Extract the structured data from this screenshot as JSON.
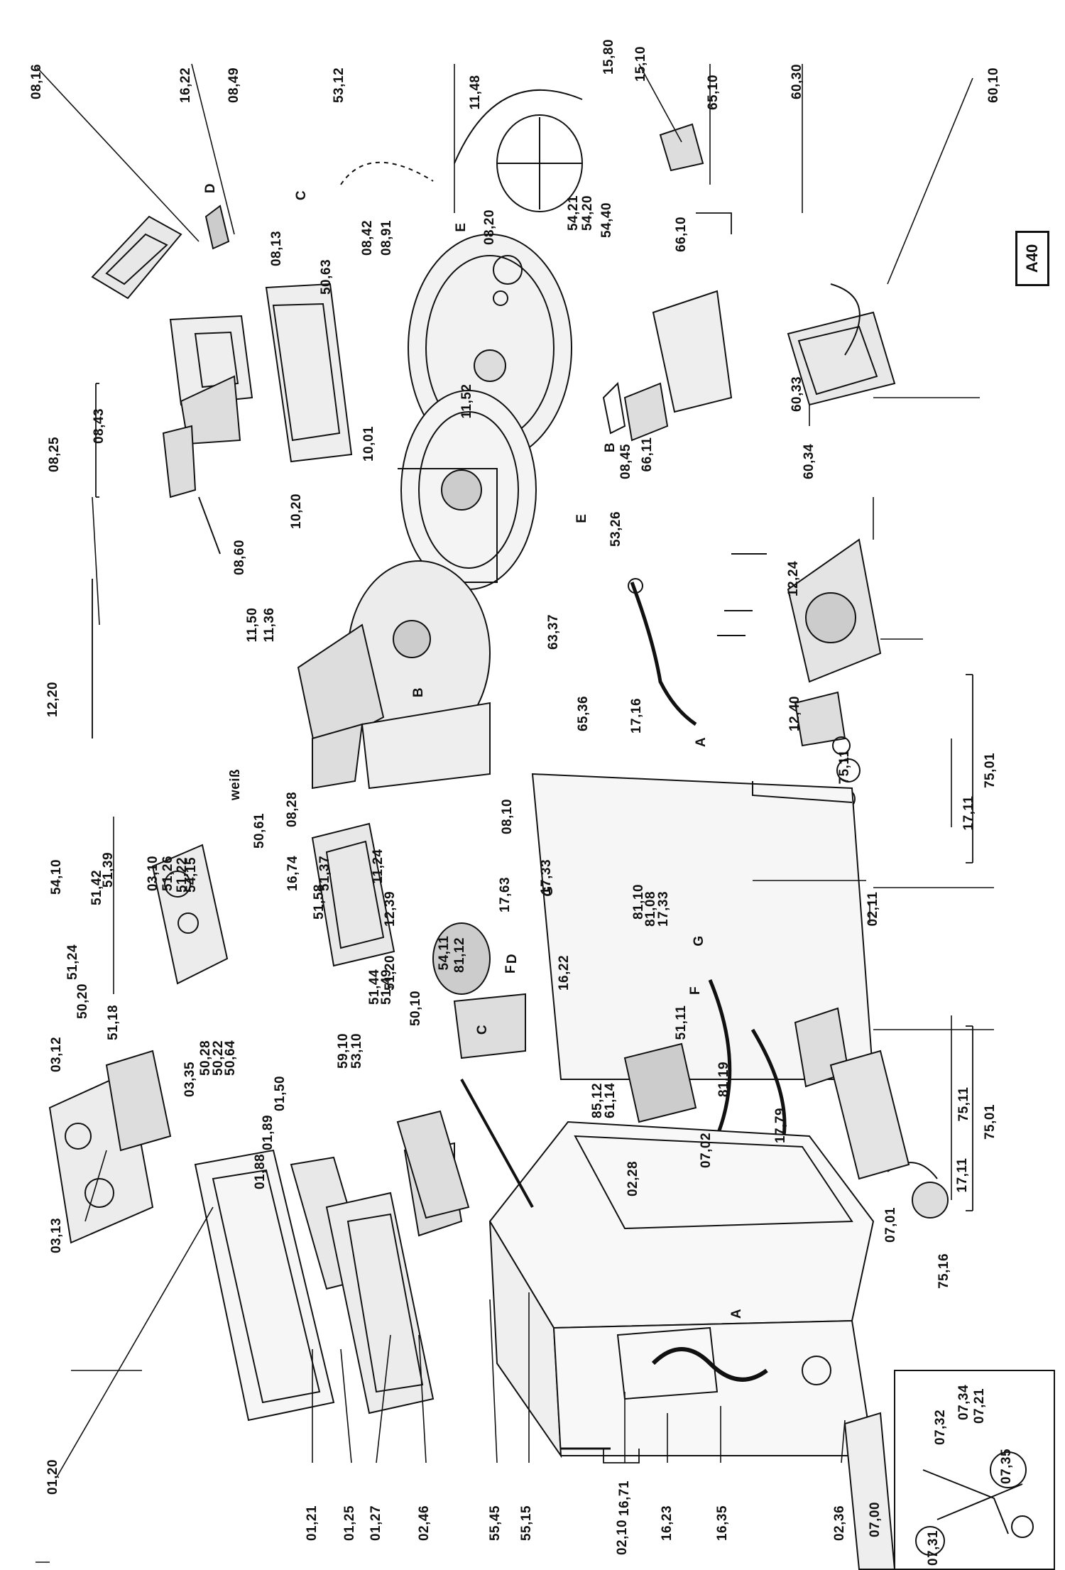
{
  "diagram_id": "A40",
  "labels": [
    {
      "id": "l-0816",
      "text": "08,16"
    },
    {
      "id": "l-1622a",
      "text": "16,22"
    },
    {
      "id": "l-0849",
      "text": "08,49"
    },
    {
      "id": "l-5312",
      "text": "53,12"
    },
    {
      "id": "l-1148",
      "text": "11,48"
    },
    {
      "id": "l-1580",
      "text": "15,80"
    },
    {
      "id": "l-1510",
      "text": "15,10"
    },
    {
      "id": "l-6510",
      "text": "65,10"
    },
    {
      "id": "l-6030",
      "text": "60,30"
    },
    {
      "id": "l-6010",
      "text": "60,10"
    },
    {
      "id": "l-D1",
      "text": "D"
    },
    {
      "id": "l-C1",
      "text": "C"
    },
    {
      "id": "l-E1",
      "text": "E"
    },
    {
      "id": "l-0813",
      "text": "08,13"
    },
    {
      "id": "l-5063",
      "text": "50,63"
    },
    {
      "id": "l-0842",
      "text": "08,42"
    },
    {
      "id": "l-0891",
      "text": "08,91"
    },
    {
      "id": "l-0820",
      "text": "08,20"
    },
    {
      "id": "l-5421",
      "text": "54,21"
    },
    {
      "id": "l-5420",
      "text": "54,20"
    },
    {
      "id": "l-5440",
      "text": "54,40"
    },
    {
      "id": "l-6610",
      "text": "66,10"
    },
    {
      "id": "l-0825",
      "text": "08,25"
    },
    {
      "id": "l-0843",
      "text": "08,43"
    },
    {
      "id": "l-1152",
      "text": "11,52"
    },
    {
      "id": "l-1001",
      "text": "10,01"
    },
    {
      "id": "l-B1",
      "text": "B"
    },
    {
      "id": "l-0845",
      "text": "08,45"
    },
    {
      "id": "l-6611",
      "text": "66,11"
    },
    {
      "id": "l-6033",
      "text": "60,33"
    },
    {
      "id": "l-6034",
      "text": "60,34"
    },
    {
      "id": "l-0860",
      "text": "08,60"
    },
    {
      "id": "l-1020",
      "text": "10,20"
    },
    {
      "id": "l-E2",
      "text": "E"
    },
    {
      "id": "l-5326",
      "text": "53,26"
    },
    {
      "id": "l-1224",
      "text": "12,24"
    },
    {
      "id": "l-1220",
      "text": "12,20"
    },
    {
      "id": "l-1150",
      "text": "11,50"
    },
    {
      "id": "l-1136",
      "text": "11,36"
    },
    {
      "id": "l-B2",
      "text": "B"
    },
    {
      "id": "l-6337",
      "text": "63,37"
    },
    {
      "id": "l-6536",
      "text": "65,36"
    },
    {
      "id": "l-1716",
      "text": "17,16"
    },
    {
      "id": "l-A1",
      "text": "A"
    },
    {
      "id": "l-1240",
      "text": "12,40"
    },
    {
      "id": "l-7511a",
      "text": "75,11"
    },
    {
      "id": "l-7501a",
      "text": "75,01"
    },
    {
      "id": "l-1711a",
      "text": "17,11"
    },
    {
      "id": "l-weiss",
      "text": "weiß"
    },
    {
      "id": "l-5061",
      "text": "50,61"
    },
    {
      "id": "l-0828",
      "text": "08,28"
    },
    {
      "id": "l-0810",
      "text": "08,10"
    },
    {
      "id": "l-1124",
      "text": "11,24"
    },
    {
      "id": "l-5410",
      "text": "54,10"
    },
    {
      "id": "l-5142",
      "text": "51,42"
    },
    {
      "id": "l-5139",
      "text": "51,39"
    },
    {
      "id": "l-0310",
      "text": "03,10"
    },
    {
      "id": "l-5126",
      "text": "51,26"
    },
    {
      "id": "l-5122",
      "text": "51,22"
    },
    {
      "id": "l-5415",
      "text": "54,15"
    },
    {
      "id": "l-1674",
      "text": "16,74"
    },
    {
      "id": "l-5137",
      "text": "51,37"
    },
    {
      "id": "l-5158",
      "text": "51,58"
    },
    {
      "id": "l-1239",
      "text": "12,39"
    },
    {
      "id": "l-5120",
      "text": "51,20"
    },
    {
      "id": "l-1733a",
      "text": "17,33"
    },
    {
      "id": "l-1763",
      "text": "17,63"
    },
    {
      "id": "l-G1",
      "text": "G"
    },
    {
      "id": "l-D2",
      "text": "D"
    },
    {
      "id": "l-0211",
      "text": "02,11"
    },
    {
      "id": "l-5124",
      "text": "51,24"
    },
    {
      "id": "l-5020",
      "text": "50,20"
    },
    {
      "id": "l-5118",
      "text": "51,18"
    },
    {
      "id": "l-5411",
      "text": "54,11"
    },
    {
      "id": "l-8112",
      "text": "81,12"
    },
    {
      "id": "l-8110",
      "text": "81,10"
    },
    {
      "id": "l-8108",
      "text": "81,08"
    },
    {
      "id": "l-1733b",
      "text": "17,33"
    },
    {
      "id": "l-G2",
      "text": "G"
    },
    {
      "id": "l-F1",
      "text": "F"
    },
    {
      "id": "l-1622b",
      "text": "16,22"
    },
    {
      "id": "l-5144",
      "text": "51,44"
    },
    {
      "id": "l-5149",
      "text": "51,49"
    },
    {
      "id": "l-5010",
      "text": "50,10"
    },
    {
      "id": "l-F2",
      "text": "F"
    },
    {
      "id": "l-5111",
      "text": "51,11"
    },
    {
      "id": "l-0312",
      "text": "03,12"
    },
    {
      "id": "l-0335",
      "text": "03,35"
    },
    {
      "id": "l-5028",
      "text": "50,28"
    },
    {
      "id": "l-5022",
      "text": "50,22"
    },
    {
      "id": "l-5064",
      "text": "50,64"
    },
    {
      "id": "l-5910",
      "text": "59,10"
    },
    {
      "id": "l-5310",
      "text": "53,10"
    },
    {
      "id": "l-C2",
      "text": "C"
    },
    {
      "id": "l-0150",
      "text": "01,50"
    },
    {
      "id": "l-0189",
      "text": "01,89"
    },
    {
      "id": "l-0188",
      "text": "01,88"
    },
    {
      "id": "l-8512",
      "text": "85,12"
    },
    {
      "id": "l-6114",
      "text": "61,14"
    },
    {
      "id": "l-8119",
      "text": "81,19"
    },
    {
      "id": "l-1779",
      "text": "17,79"
    },
    {
      "id": "l-7511b",
      "text": "75,11"
    },
    {
      "id": "l-7501b",
      "text": "75,01"
    },
    {
      "id": "l-1711b",
      "text": "17,11"
    },
    {
      "id": "l-0702",
      "text": "07,02"
    },
    {
      "id": "l-0228",
      "text": "02,28"
    },
    {
      "id": "l-0313",
      "text": "03,13"
    },
    {
      "id": "l-0701",
      "text": "07,01"
    },
    {
      "id": "l-7516",
      "text": "75,16"
    },
    {
      "id": "l-0734",
      "text": "07,34"
    },
    {
      "id": "l-0721",
      "text": "07,21"
    },
    {
      "id": "l-0732",
      "text": "07,32"
    },
    {
      "id": "l-0735",
      "text": "07,35"
    },
    {
      "id": "l-A2",
      "text": "A"
    },
    {
      "id": "l-0120",
      "text": "01,20"
    },
    {
      "id": "l-0121",
      "text": "01,21"
    },
    {
      "id": "l-0125",
      "text": "01,25"
    },
    {
      "id": "l-0127",
      "text": "01,27"
    },
    {
      "id": "l-0246",
      "text": "02,46"
    },
    {
      "id": "l-5545",
      "text": "55,45"
    },
    {
      "id": "l-5515",
      "text": "55,15"
    },
    {
      "id": "l-1671",
      "text": "16,71"
    },
    {
      "id": "l-0210",
      "text": "02,10"
    },
    {
      "id": "l-1623",
      "text": "16,23"
    },
    {
      "id": "l-1635",
      "text": "16,35"
    },
    {
      "id": "l-0236",
      "text": "02,36"
    },
    {
      "id": "l-0700",
      "text": "07,00"
    },
    {
      "id": "l-0731",
      "text": "07,31"
    }
  ]
}
